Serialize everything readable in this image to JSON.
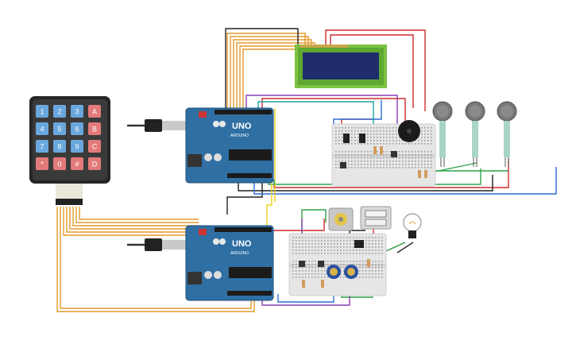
{
  "keypad": {
    "keys": [
      [
        "1",
        "2",
        "3",
        "A"
      ],
      [
        "4",
        "5",
        "6",
        "B"
      ],
      [
        "7",
        "8",
        "9",
        "C"
      ],
      [
        "*",
        "0",
        "#",
        "D"
      ]
    ]
  },
  "arduino_top": {
    "logo_text": "UNO",
    "brand_text": "ARDUINO"
  },
  "arduino_bottom": {
    "logo_text": "UNO",
    "brand_text": "ARDUINO"
  },
  "lcd": {
    "rows": [
      "",
      ""
    ]
  },
  "colors": {
    "keypad_blue": "#6aa7dd",
    "keypad_red": "#e27a7a",
    "board_blue": "#2f6fa3",
    "lcd_green": "#7dc242",
    "lcd_screen": "#1f2d6b",
    "wire_orange": "#e39a2b",
    "wire_red": "#d12b2b",
    "wire_black": "#222222",
    "wire_green": "#2fa24a",
    "wire_blue": "#2a6fd6",
    "wire_purple": "#8a3fb0",
    "wire_yellow": "#e7d31b"
  }
}
